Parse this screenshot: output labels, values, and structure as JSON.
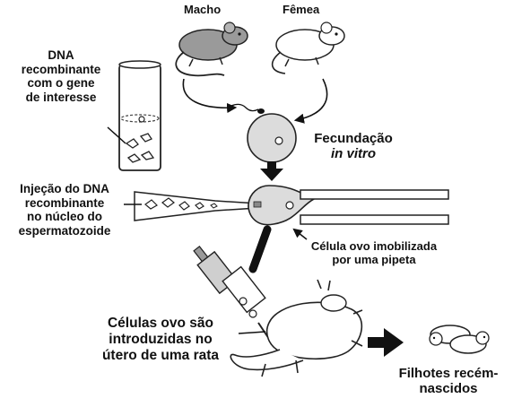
{
  "labels": {
    "male": "Macho",
    "female": "Fêmea",
    "dna_line1": "DNA",
    "dna_line2": "recombinante",
    "dna_line3": "com o gene",
    "dna_line4": "de interesse",
    "fert_line1": "Fecundação",
    "fert_line2": "in vitro",
    "inj_line1": "Injeção do DNA",
    "inj_line2": "recombinante",
    "inj_line3": "no núcleo do",
    "inj_line4": "espermatozoide",
    "egg_line1": "Célula ovo imobilizada",
    "egg_line2": "por uma pipeta",
    "uterus_line1": "Células ovo são",
    "uterus_line2": "introduzidas no",
    "uterus_line3": "útero de uma rata",
    "pups_line1": "Filhotes recém-",
    "pups_line2": "nascidos"
  },
  "colors": {
    "ink": "#111111",
    "gray_body": "#9a9a9a",
    "egg_fill": "#dcdcdc",
    "white": "#ffffff"
  }
}
